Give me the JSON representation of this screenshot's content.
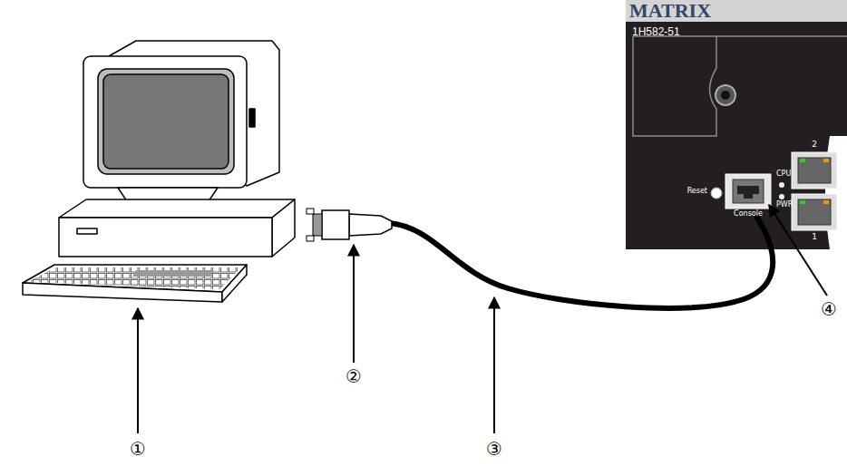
{
  "diagram": {
    "nodes": [
      {
        "text": [
          "MATRIX",
          "1H582-51"
        ]
      }
    ],
    "labels": [
      "Reset",
      "CPU",
      "PWR",
      "Console",
      "2",
      "1",
      "①",
      "②",
      "③",
      "④"
    ]
  }
}
